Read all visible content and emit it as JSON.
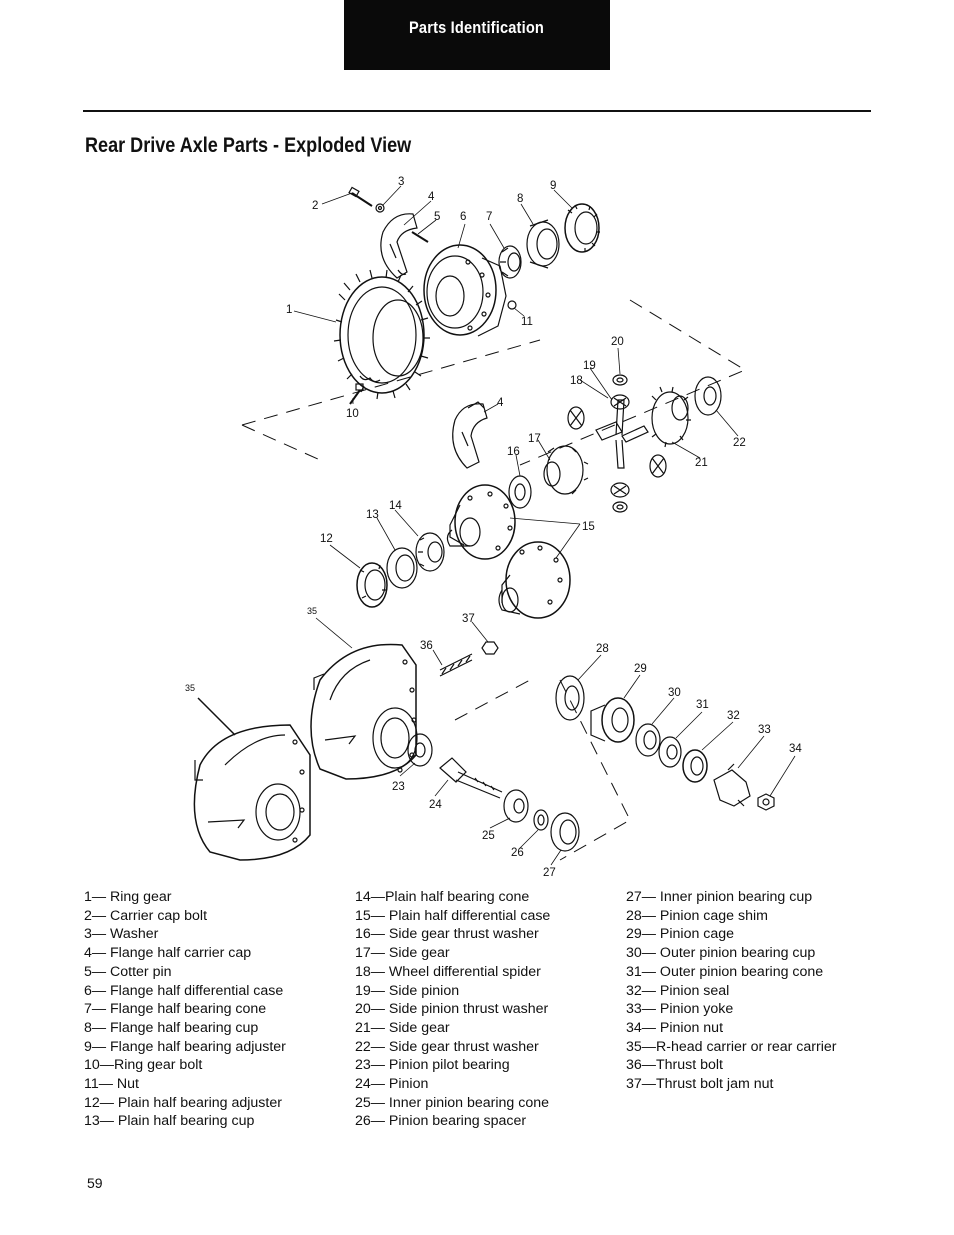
{
  "header": {
    "tab_label": "Parts Identification"
  },
  "page": {
    "title": "Rear Drive Axle Parts - Exploded View",
    "page_number": "59"
  },
  "diagram": {
    "callouts": [
      "1",
      "2",
      "3",
      "4",
      "5",
      "6",
      "7",
      "8",
      "9",
      "10",
      "11",
      "4",
      "12",
      "13",
      "14",
      "15",
      "16",
      "17",
      "18",
      "19",
      "20",
      "21",
      "22",
      "35",
      "35",
      "36",
      "37",
      "23",
      "24",
      "25",
      "26",
      "27",
      "28",
      "29",
      "30",
      "31",
      "32",
      "33",
      "34"
    ]
  },
  "legend": {
    "col1": [
      "1— Ring gear",
      "2— Carrier cap bolt",
      "3— Washer",
      "4— Flange half carrier cap",
      "5— Cotter pin",
      "6— Flange half differential case",
      "7— Flange half bearing cone",
      "8— Flange half bearing cup",
      "9— Flange half bearing adjuster",
      "10—Ring gear bolt",
      "11— Nut",
      "12— Plain half bearing adjuster",
      "13— Plain half bearing cup"
    ],
    "col2": [
      "14—Plain half bearing cone",
      "15— Plain half differential case",
      "16— Side gear thrust washer",
      "17— Side gear",
      "18— Wheel differential spider",
      "19— Side pinion",
      "20— Side pinion thrust washer",
      "21— Side gear",
      "22— Side gear thrust washer",
      "23— Pinion pilot bearing",
      "24— Pinion",
      "25— Inner pinion bearing cone",
      "26— Pinion bearing spacer"
    ],
    "col3": [
      "27— Inner pinion bearing cup",
      "28— Pinion cage shim",
      "29— Pinion cage",
      "30— Outer pinion bearing cup",
      "31— Outer pinion bearing cone",
      "32— Pinion seal",
      "33— Pinion yoke",
      "34— Pinion nut",
      "35—R-head carrier or rear carrier",
      "36—Thrust bolt",
      "37—Thrust bolt jam nut"
    ]
  }
}
